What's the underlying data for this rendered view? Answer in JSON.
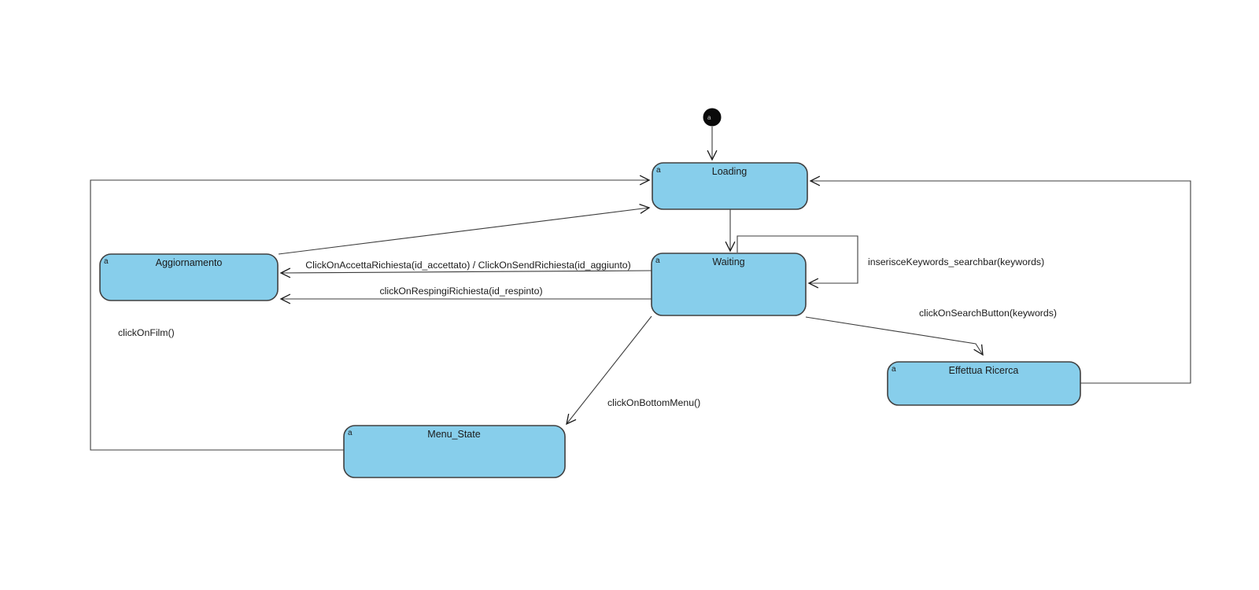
{
  "diagram": {
    "kind": "uml-state-machine",
    "colors": {
      "background": "#ffffff",
      "state_fill": "#87CEEB",
      "state_border": "#404040",
      "edge_line": "#3c3c3c",
      "text": "#1a1a1a",
      "initial_node": "#0a0a0a"
    },
    "corner_badge": "a",
    "states": {
      "loading": {
        "label": "Loading"
      },
      "waiting": {
        "label": "Waiting"
      },
      "aggiornamento": {
        "label": "Aggiornamento"
      },
      "effettua_ricerca": {
        "label": "Effettua Ricerca"
      },
      "menu_state": {
        "label": "Menu_State"
      }
    },
    "transitions": {
      "initial_to_loading": {
        "from": "initial",
        "to": "loading",
        "label": ""
      },
      "loading_to_waiting": {
        "from": "loading",
        "to": "waiting",
        "label": ""
      },
      "waiting_self_keywords": {
        "from": "waiting",
        "to": "waiting",
        "label": "inserisceKeywords_searchbar(keywords)"
      },
      "waiting_to_aggiornamento_accetta": {
        "from": "waiting",
        "to": "aggiornamento",
        "label": "ClickOnAccettaRichiesta(id_accettato) / ClickOnSendRichiesta(id_aggiunto)"
      },
      "waiting_to_aggiornamento_respingi": {
        "from": "waiting",
        "to": "aggiornamento",
        "label": "clickOnRespingiRichiesta(id_respinto)"
      },
      "waiting_to_effettua_search": {
        "from": "waiting",
        "to": "effettua_ricerca",
        "label": "clickOnSearchButton(keywords)"
      },
      "waiting_to_menu_bottom": {
        "from": "waiting",
        "to": "menu_state",
        "label": "clickOnBottomMenu()"
      },
      "menu_to_loading_film": {
        "from": "menu_state",
        "to": "loading",
        "label": "clickOnFilm()"
      },
      "aggiornamento_to_loading": {
        "from": "aggiornamento",
        "to": "loading",
        "label": ""
      },
      "effettua_to_loading": {
        "from": "effettua_ricerca",
        "to": "loading",
        "label": ""
      }
    }
  }
}
